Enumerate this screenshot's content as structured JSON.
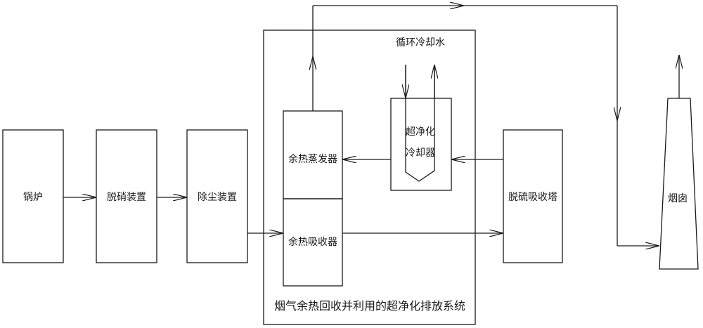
{
  "colors": {
    "stroke": "#1a1a1a",
    "background": "#ffffff"
  },
  "blocks": {
    "boiler": "锅炉",
    "denitration": "脱硝装置",
    "dust_removal": "除尘装置",
    "waste_heat_evaporator": "余热蒸发器",
    "waste_heat_absorber": "余热吸收器",
    "ultra_clean_cooler": [
      "超净化",
      "冷却器"
    ],
    "desulfurization_absorber": "脱硫吸收塔",
    "chimney": "烟囱"
  },
  "labels": {
    "circulating_cooling_water": "循环冷却水",
    "system_name": "烟气余热回收并利用的超净化排放系统"
  }
}
